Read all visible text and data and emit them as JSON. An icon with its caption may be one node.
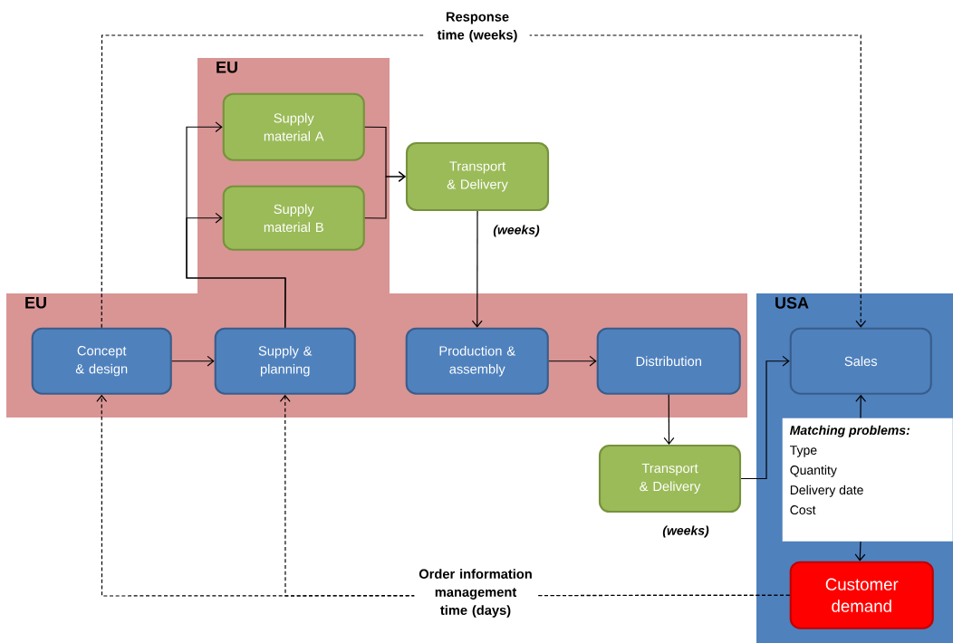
{
  "diagram": {
    "nodes": [
      {
        "text": [
          "EU"
        ]
      },
      {
        "text": [
          "Supply material A"
        ],
        "in": 0
      },
      {
        "text": [
          "Supply material B"
        ],
        "in": 0
      },
      {
        "text": [
          "Transport & Delivery"
        ],
        "beside": [
          "(weeks)"
        ]
      },
      {
        "text": [
          "EU"
        ]
      },
      {
        "text": [
          "Concept & design"
        ],
        "in": 4
      },
      {
        "text": [
          "Supply & planning"
        ],
        "in": 4
      },
      {
        "text": [
          "Production & assembly"
        ],
        "in": 4
      },
      {
        "text": [
          "Distribution"
        ],
        "in": 4
      },
      {
        "text": [
          "Transport & Delivery"
        ],
        "beside": [
          "(weeks)"
        ]
      },
      {
        "text": [
          "USA"
        ]
      },
      {
        "text": [
          "Sales"
        ],
        "in": 10
      },
      {
        "text": [
          "Matching problems:",
          "Type",
          "Quantity",
          "Delivery date",
          "Cost"
        ],
        "in": 10
      },
      {
        "text": [
          "Customer demand"
        ],
        "in": 10
      }
    ],
    "edges": [
      {
        "from": 5,
        "to": 6,
        "arrow": "to"
      },
      {
        "from": 6,
        "to": 1,
        "arrow": "to"
      },
      {
        "from": 6,
        "to": 2,
        "arrow": "to"
      },
      {
        "from": 1,
        "to": 3,
        "arrow": "to"
      },
      {
        "from": 2,
        "to": 3,
        "arrow": "to"
      },
      {
        "from": 3,
        "to": 7,
        "arrow": "to"
      },
      {
        "from": 7,
        "to": 8,
        "arrow": "to"
      },
      {
        "from": 8,
        "to": 9,
        "arrow": "to"
      },
      {
        "from": 9,
        "to": 11,
        "arrow": "to"
      },
      {
        "from": 12,
        "to": 11,
        "arrow": "to"
      },
      {
        "from": 12,
        "to": 13,
        "arrow": "to"
      },
      {
        "from": 5,
        "to": 11,
        "arrow": "to",
        "style": "dashed",
        "label": "Response time (weeks)"
      },
      {
        "from": 13,
        "to": 5,
        "arrow": "to",
        "style": "dashed",
        "label": "Order information management time (days)"
      },
      {
        "from": 13,
        "to": 6,
        "arrow": "to",
        "style": "dashed"
      }
    ]
  }
}
